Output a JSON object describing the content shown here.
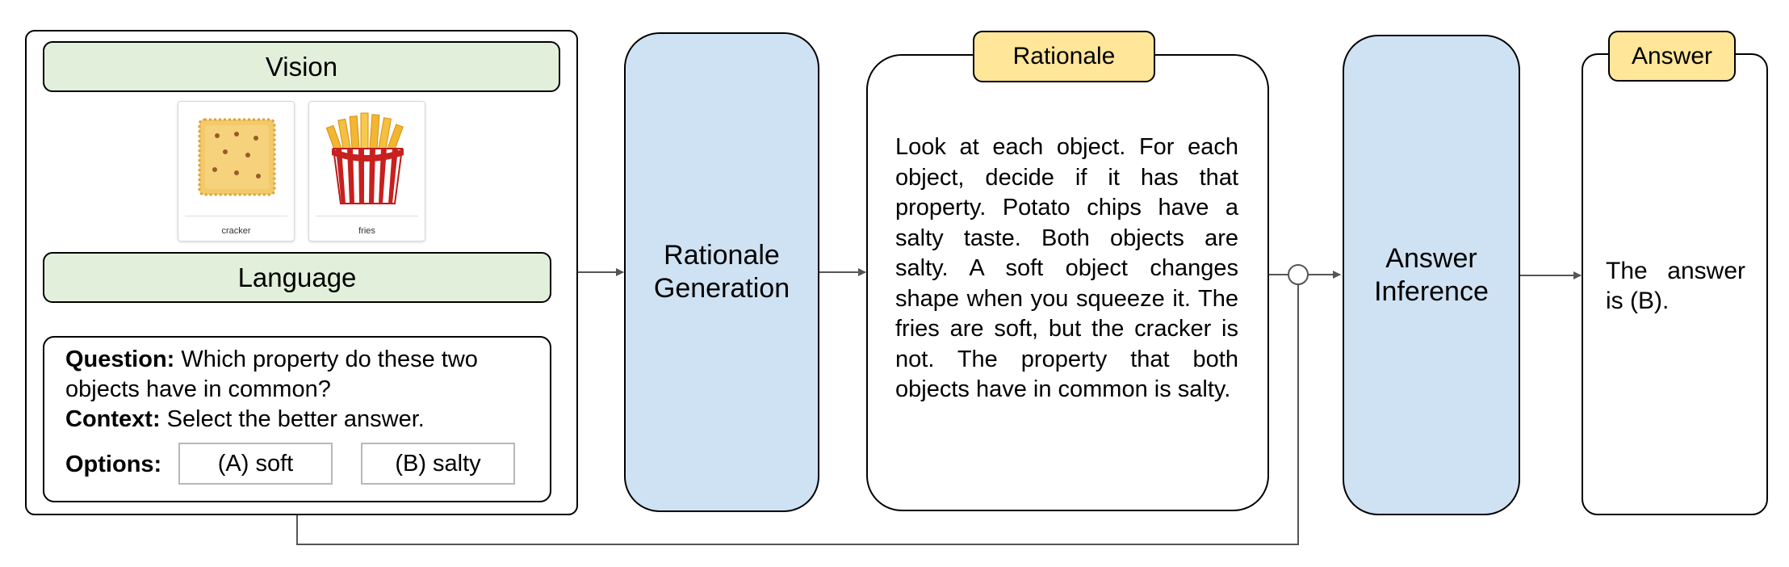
{
  "input_panel": {
    "vision_label": "Vision",
    "images": [
      {
        "label": "cracker",
        "icon": "cracker-icon"
      },
      {
        "label": "fries",
        "icon": "fries-icon"
      }
    ],
    "language_label": "Language",
    "question_label": "Question:",
    "question_text": "Which property do these two objects have in common?",
    "context_label": "Context:",
    "context_text": "Select the better answer.",
    "options_label": "Options:",
    "options": [
      "(A) soft",
      "(B) salty"
    ]
  },
  "rationale_generation": {
    "line1": "Rationale",
    "line2": "Generation"
  },
  "rationale": {
    "tag": "Rationale",
    "text": "Look at each object. For each object, decide if it has that property. Potato chips have a salty taste. Both objects are salty. A soft object changes shape when you squeeze it. The fries are soft, but the cracker is not. The property that both objects have in common is salty."
  },
  "answer_inference": {
    "line1": "Answer",
    "line2": "Inference"
  },
  "answer": {
    "tag": "Answer",
    "text": "The answer is (B)."
  },
  "colors": {
    "vision_language_fill": "#e2efda",
    "module_fill": "#cfe2f3",
    "tag_fill": "#ffe699",
    "connector": "#555555"
  }
}
